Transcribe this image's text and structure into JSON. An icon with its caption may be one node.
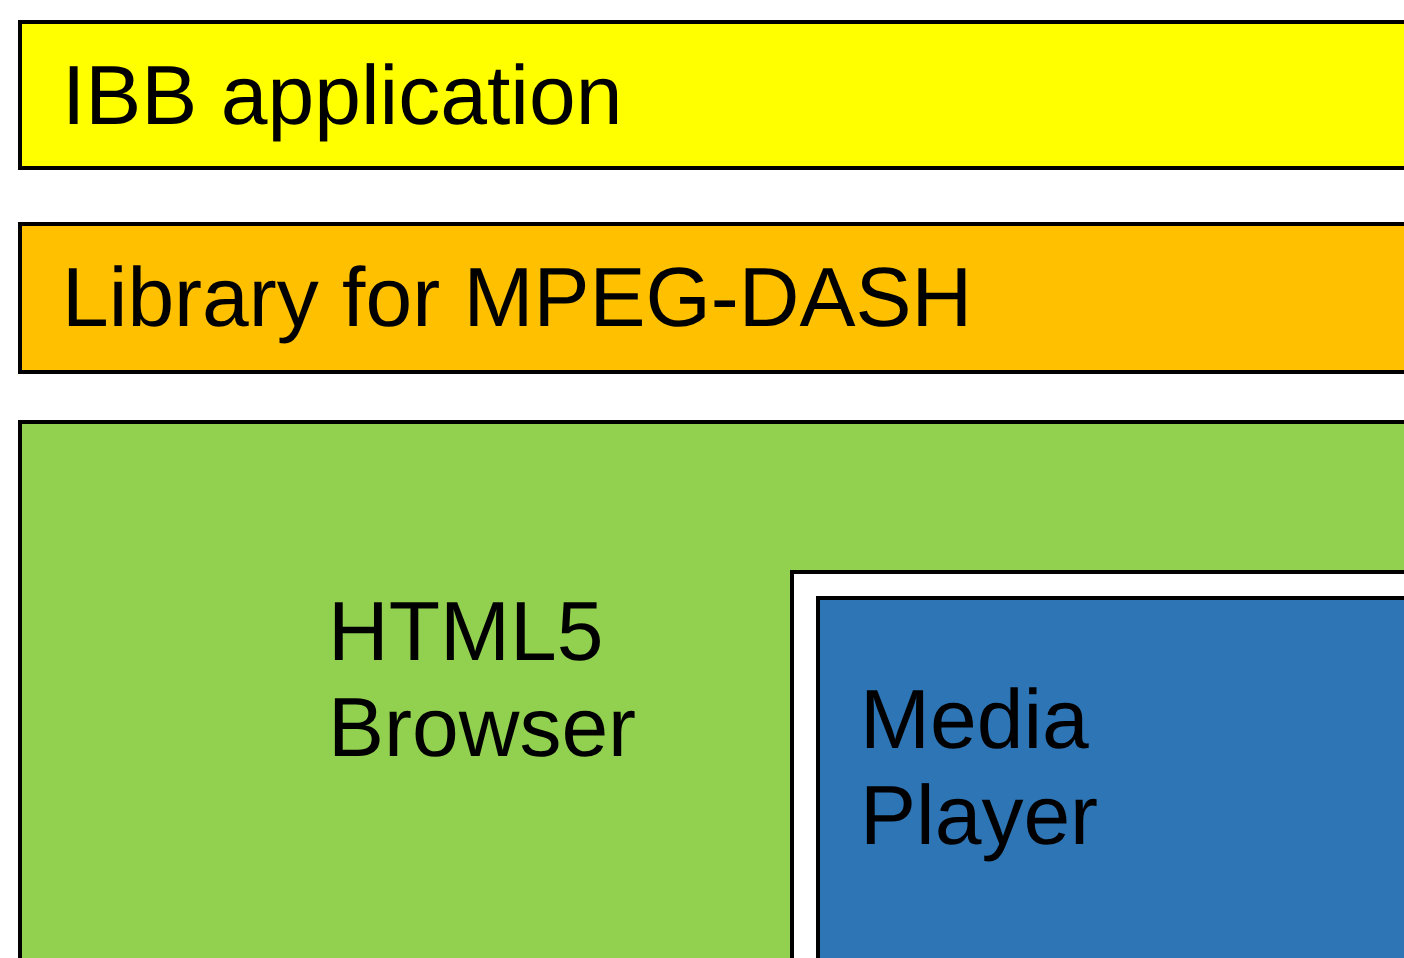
{
  "diagram": {
    "nodes": [
      {
        "text": [
          "IBB application"
        ]
      },
      {
        "text": [
          "Library for MPEG-DASH"
        ]
      },
      {
        "text": [
          "HTML5 Browser"
        ]
      },
      {
        "text": [],
        "shape": "box",
        "in": 2
      },
      {
        "text": [
          "Media Player"
        ],
        "in": 3
      }
    ]
  }
}
